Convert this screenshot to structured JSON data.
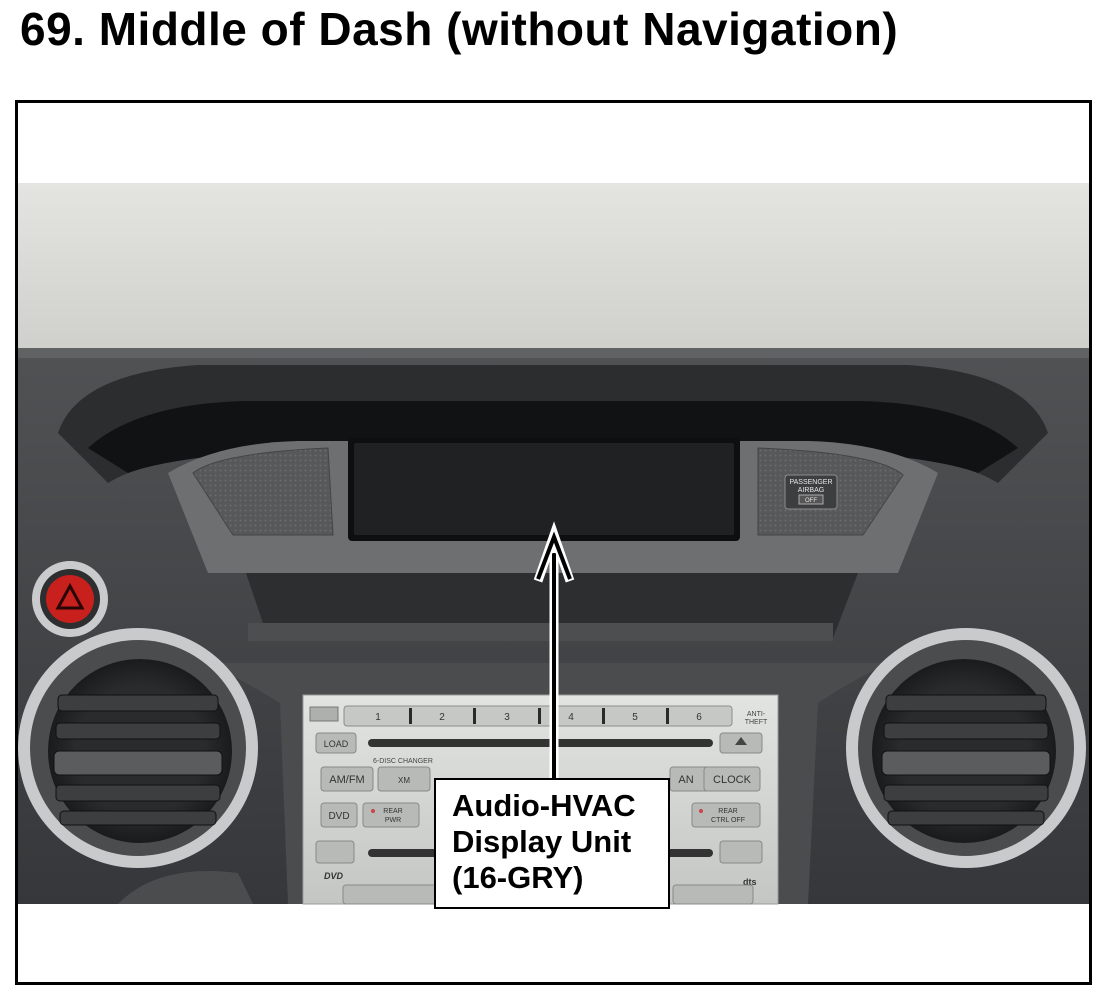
{
  "page": {
    "title": "69.  Middle of Dash (without Navigation)"
  },
  "callout": {
    "line1": "Audio-HVAC",
    "line2": "Display Unit",
    "line3": "(16-GRY)"
  },
  "photo_labels": {
    "airbag_line1": "PASSENGER",
    "airbag_line2": "AIRBAG",
    "airbag_line3": "OFF",
    "preset_buttons": [
      "1",
      "2",
      "3",
      "4",
      "5",
      "6"
    ],
    "anti_theft_line1": "ANTI-",
    "anti_theft_line2": "THEFT",
    "load_button": "LOAD",
    "disc_changer": "6-DISC CHANGER",
    "am_fm_button": "AM/FM",
    "xm_button": "XM",
    "fan_button": "AN",
    "clock_button": "CLOCK",
    "dvd_button": "DVD",
    "rear_pwr_line1": "REAR",
    "rear_pwr_line2": "PWR",
    "rear_ctrl_line1": "REAR",
    "rear_ctrl_line2": "CTRL OFF",
    "dvd_logo": "DVD",
    "dts_logo": "dts"
  },
  "colors": {
    "dash_dark": "#3b3d3f",
    "dash_mid": "#5a5c5e",
    "headliner": "#dcdcd8",
    "display_screen": "#1c1e1f",
    "hazard_red": "#c8201c",
    "radio_face": "#d6d8d6"
  }
}
